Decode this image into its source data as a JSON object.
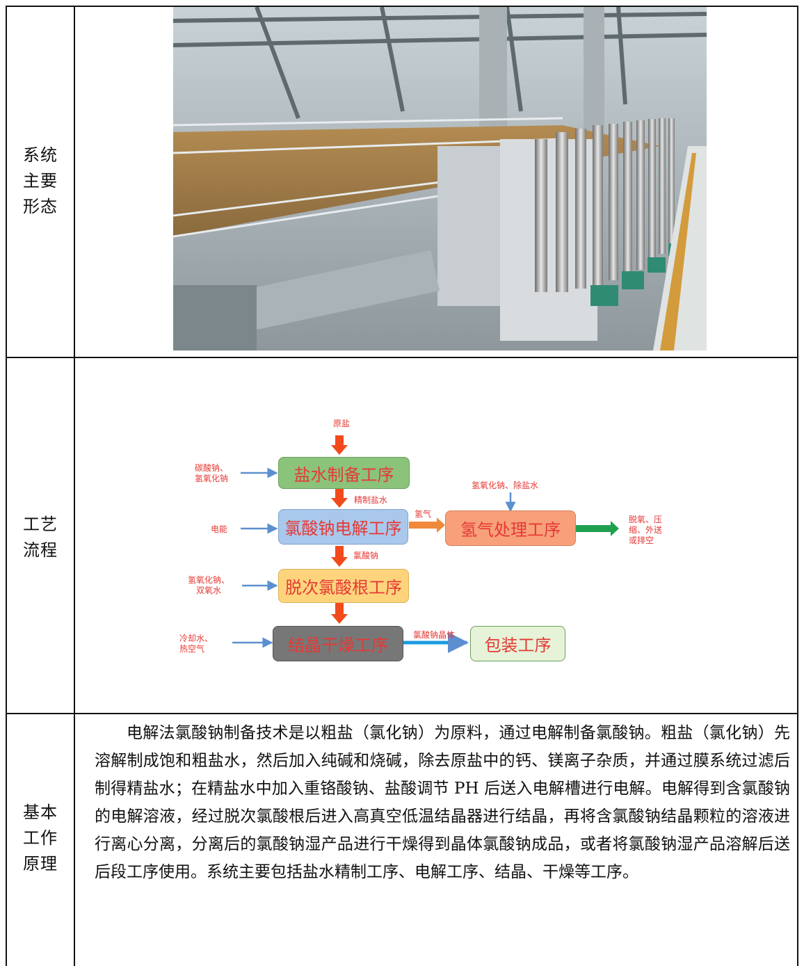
{
  "rows": {
    "form_label": "系统\n主要\n形态",
    "flow_label": "工艺\n流程",
    "principle_label": "基本\n工作\n原理"
  },
  "photo": {
    "icon": "industrial-electrolysis-plant-photo"
  },
  "diagram": {
    "raw_salt": "原盐",
    "brine": "盐水制备工序",
    "brine_inputs": "碳酸钠、\n氢氧化钠",
    "refined_brine": "精制盐水",
    "electrolysis": "氯酸钠电解工序",
    "electric": "电能",
    "hydrogen": "氢气",
    "h2_inputs": "氢氧化钠、除盐水",
    "h2_treat": "氢气处理工序",
    "h2_outputs": "脱氧、压\n缩、外送\n或排空",
    "chlorate": "氯酸钠",
    "dechlor": "脱次氯酸根工序",
    "dechlor_inputs": "氢氧化钠、\n双氧水",
    "crystal": "结晶干燥工序",
    "crystal_inputs": "冷却水、\n热空气",
    "crystal_product": "氯酸钠晶体",
    "pack": "包装工序"
  },
  "principle_text": "电解法氯酸钠制备技术是以粗盐（氯化钠）为原料，通过电解制备氯酸钠。粗盐（氯化钠）先溶解制成饱和粗盐水，然后加入纯碱和烧碱，除去原盐中的钙、镁离子杂质，并通过膜系统过滤后制得精盐水；在精盐水中加入重铬酸钠、盐酸调节 PH 后送入电解槽进行电解。电解得到含氯酸钠的电解溶液，经过脱次氯酸根后进入高真空低温结晶器进行结晶，再将含氯酸钠结晶颗粒的溶液进行离心分离，分离后的氯酸钠湿产品进行干燥得到晶体氯酸钠成品，或者将氯酸钠湿产品溶解后送后段工序使用。系统主要包括盐水精制工序、电解工序、结晶、干燥等工序。",
  "colors": {
    "brine_box": "#8bc37a",
    "electrolysis_box": "#a9c8ec",
    "h2_box": "#f7a07a",
    "dechlor_box": "#fdd47c",
    "crystal_box": "#777777",
    "pack_box": "#e6f3d8",
    "red_arrow": "#f24a1c",
    "blue_arrow": "#5b8fd0",
    "green_arrow": "#1fa050",
    "label_red": "#e53935"
  }
}
